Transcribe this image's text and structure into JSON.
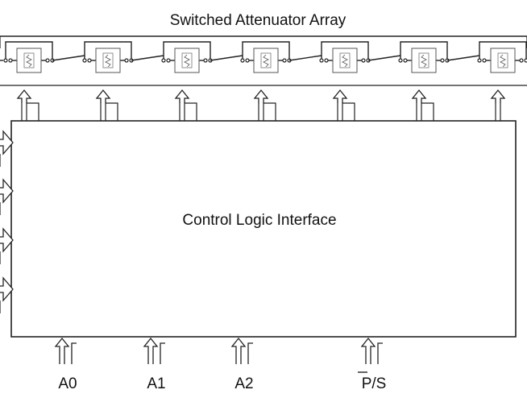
{
  "title": "Switched Attenuator Array",
  "block_label": "Control Logic Interface",
  "attenuator_stages": [
    {
      "id": "stage-1"
    },
    {
      "id": "stage-2"
    },
    {
      "id": "stage-3"
    },
    {
      "id": "stage-4"
    },
    {
      "id": "stage-5"
    },
    {
      "id": "stage-6"
    },
    {
      "id": "stage-7"
    }
  ],
  "left_outputs": [
    {
      "id": "out-1"
    },
    {
      "id": "out-2"
    },
    {
      "id": "out-3"
    },
    {
      "id": "out-4"
    }
  ],
  "inputs": [
    {
      "label": "A0"
    },
    {
      "label": "A1"
    },
    {
      "label": "A2"
    },
    {
      "label": "P/S",
      "overline_prefix": "P"
    }
  ],
  "colors": {
    "line": "#222222",
    "box_stroke": "#555555",
    "text": "#111111"
  }
}
